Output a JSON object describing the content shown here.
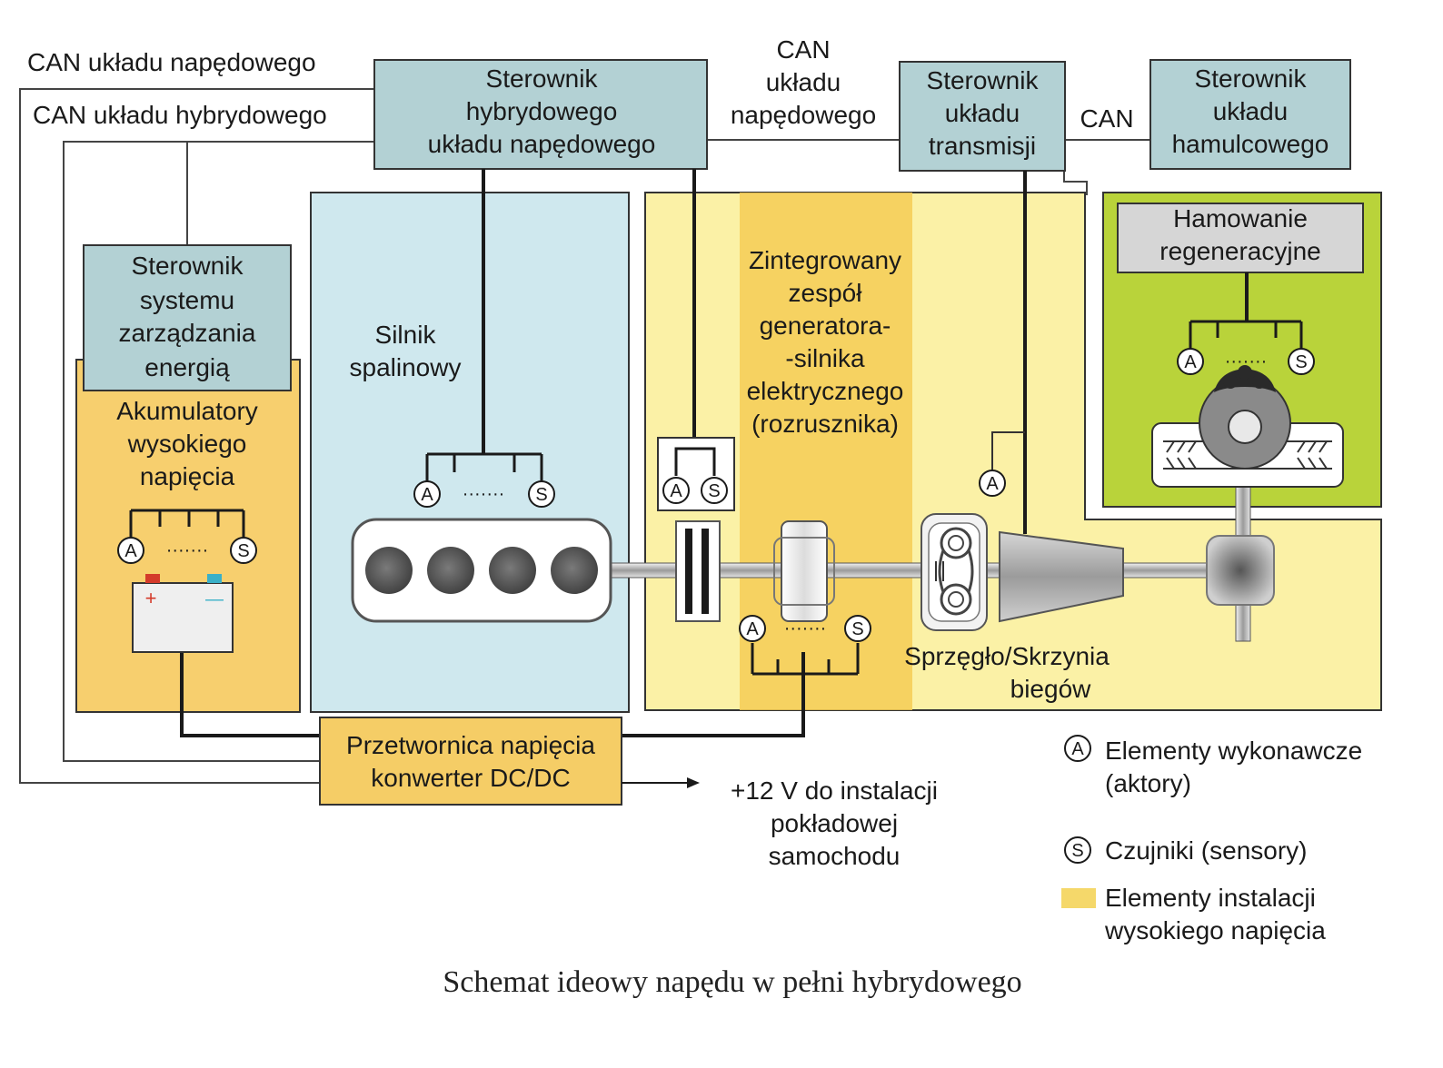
{
  "can_labels": {
    "drive_top": "CAN układu napędowego",
    "hybrid": "CAN układu hybrydowego",
    "drive_mid_1": "CAN",
    "drive_mid_2": "układu",
    "drive_mid_3": "napędowego",
    "right": "CAN"
  },
  "controllers": {
    "hybrid_drive": [
      "Sterownik",
      "hybrydowego",
      "układu napędowego"
    ],
    "transmission": [
      "Sterownik",
      "układu",
      "transmisji"
    ],
    "brake": [
      "Sterownik",
      "układu",
      "hamulcowego"
    ],
    "energy": [
      "Sterownik",
      "systemu",
      "zarządzania",
      "energią"
    ]
  },
  "regen_braking": [
    "Hamowanie",
    "regeneracyjne"
  ],
  "battery": [
    "Akumulatory",
    "wysokiego",
    "napięcia"
  ],
  "engine": [
    "Silnik",
    "spalinowy"
  ],
  "motor_generator": [
    "Zintegrowany",
    "zespół",
    "generatora-",
    "-silnika",
    "elektrycznego",
    "(rozrusznika)"
  ],
  "gearbox": [
    "Sprzęgło/Skrzynia",
    "biegów"
  ],
  "converter": [
    "Przetwornica napięcia",
    "konwerter DC/DC"
  ],
  "output_12v": [
    "+12 V do instalacji",
    "pokładowej",
    "samochodu"
  ],
  "symbols": {
    "actuator": "A",
    "sensor": "S",
    "dots": "·······",
    "plus": "+",
    "minus": "—"
  },
  "legend": {
    "actuators": [
      "Elementy wykonawcze",
      "(aktory)"
    ],
    "sensors": "Czujniki (sensory)",
    "high_voltage": [
      "Elementy instalacji",
      "wysokiego napięcia"
    ]
  },
  "caption": "Schemat ideowy napędu w pełni hybrydowego",
  "colors": {
    "controller_fill": "#b3d1d4",
    "engine_zone": "#cfe8ee",
    "hv_orange": "#f7cf6e",
    "hv_yellow": "#fbf1a6",
    "hv_band": "#f5cc55",
    "brake_zone": "#b9d33a",
    "converter_fill": "#f5cd66"
  }
}
